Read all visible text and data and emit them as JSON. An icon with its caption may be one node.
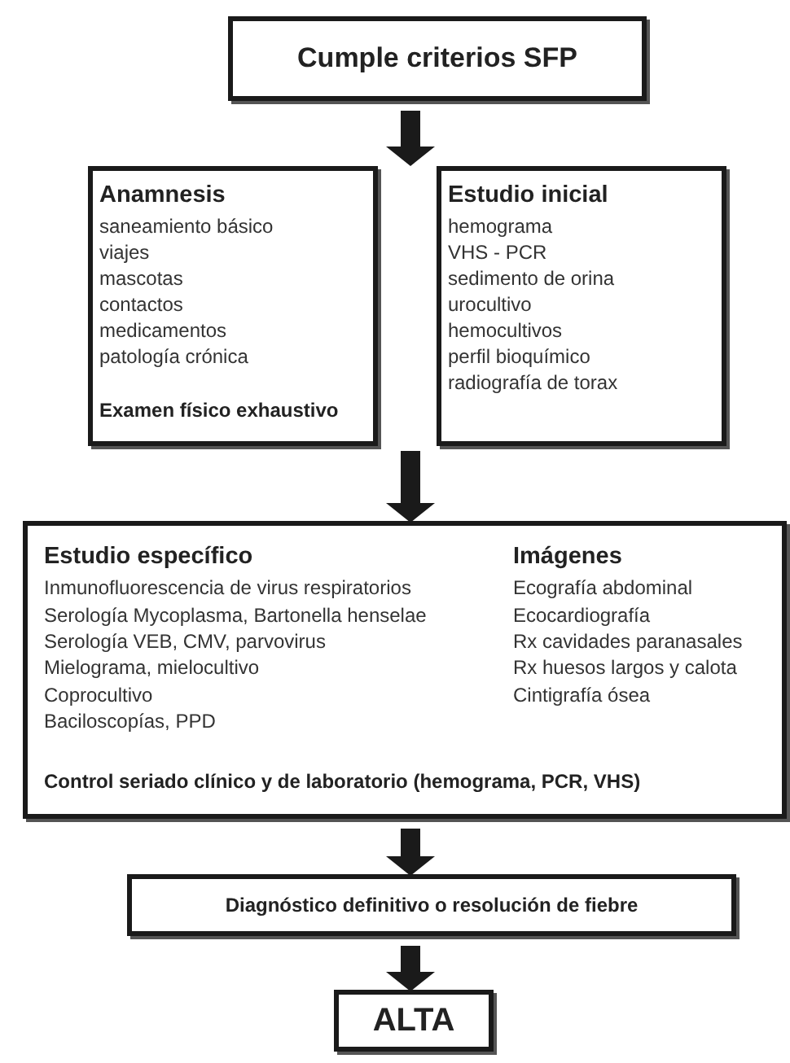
{
  "diagram": {
    "nodes": [
      {
        "text": [
          "Cumple criterios SFP"
        ]
      },
      {
        "text": [
          "Anamnesis",
          "saneamiento básico",
          "viajes",
          "mascotas",
          "contactos",
          "medicamentos",
          "patología crónica",
          "Examen físico exhaustivo"
        ]
      },
      {
        "text": [
          "Estudio inicial",
          "hemograma",
          "VHS - PCR",
          "sedimento de orina",
          "urocultivo",
          "hemocultivos",
          "perfil bioquímico",
          "radiografía de torax"
        ]
      },
      {
        "text": [
          "Estudio específico",
          "Inmunofluorescencia de virus respiratorios",
          "Serología Mycoplasma, Bartonella henselae",
          "Serología VEB, CMV, parvovirus",
          "Mielograma, mielocultivo",
          "Coprocultivo",
          "Baciloscopías, PPD",
          "Imágenes",
          "Ecografía abdominal",
          "Ecocardiografía",
          "Rx cavidades paranasales",
          "Rx huesos largos y calota",
          "Cintigrafía ósea",
          "Control seriado clínico y de laboratorio (hemograma, PCR, VHS)"
        ]
      },
      {
        "text": [
          "Diagnóstico definitivo o resolución de fiebre"
        ]
      },
      {
        "text": [
          "ALTA"
        ]
      }
    ],
    "edges": [
      {
        "from": 0,
        "to": 1,
        "arrow": "to"
      },
      {
        "from": 0,
        "to": 2,
        "arrow": "to"
      },
      {
        "from": 1,
        "to": 3,
        "arrow": "to"
      },
      {
        "from": 2,
        "to": 3,
        "arrow": "to"
      },
      {
        "from": 3,
        "to": 4,
        "arrow": "to"
      },
      {
        "from": 4,
        "to": 5,
        "arrow": "to"
      }
    ]
  }
}
